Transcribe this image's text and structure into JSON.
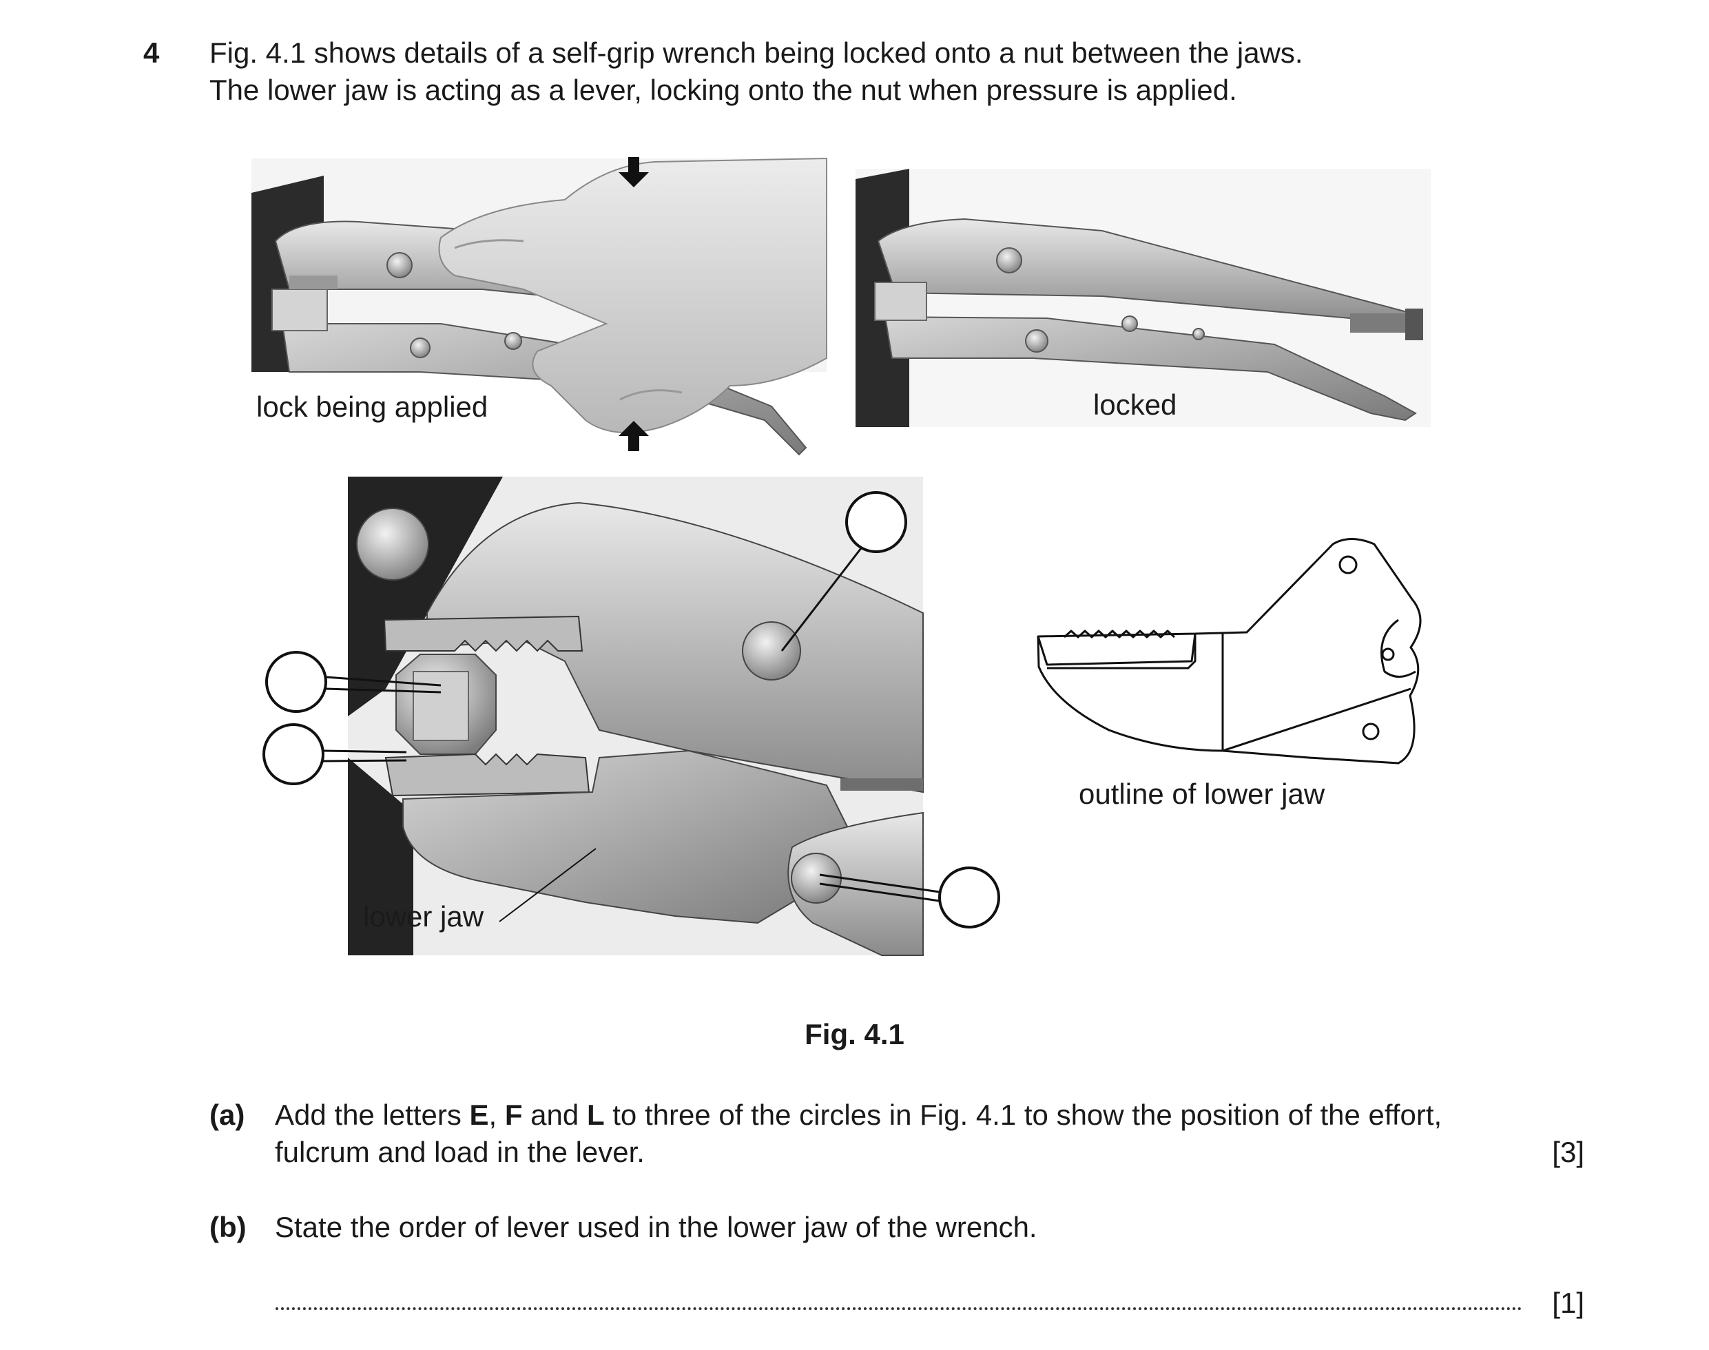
{
  "question": {
    "number": "4",
    "intro_line1": "Fig. 4.1 shows details of a self-grip wrench being locked onto a nut between the jaws.",
    "intro_line2": "The lower jaw is acting as a lever, locking onto the nut when pressure is applied."
  },
  "figure": {
    "label_lock_being_applied": "lock being applied",
    "label_locked": "locked",
    "label_lower_jaw": "lower jaw",
    "label_outline": "outline of lower jaw",
    "caption": "Fig. 4.1"
  },
  "part_a": {
    "label": "(a)",
    "text_pre": "Add the letters ",
    "letter_e": "E",
    "sep1": ", ",
    "letter_f": "F",
    "sep2": " and ",
    "letter_l": "L",
    "text_post": " to three of the circles in Fig. 4.1 to show the position of the effort,",
    "line2": "fulcrum and load in the lever.",
    "marks": "[3]"
  },
  "part_b": {
    "label": "(b)",
    "text": "State the order of lever used in the lower jaw of the wrench.",
    "marks": "[1]"
  }
}
